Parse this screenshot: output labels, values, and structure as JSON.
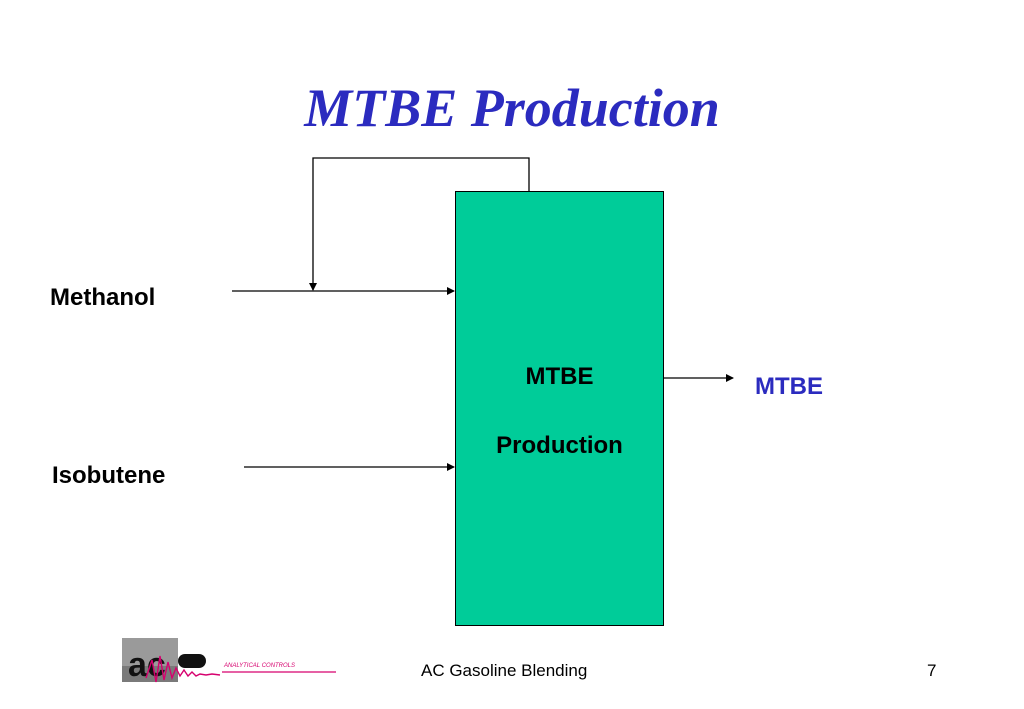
{
  "slide": {
    "title": "MTBE Production"
  },
  "diagram": {
    "inputs": [
      "Methanol",
      "Isobutene"
    ],
    "process_lines": [
      "MTBE",
      "Production"
    ],
    "output": "MTBE",
    "colors": {
      "process_fill": "#00cc99",
      "title": "#2b2bbf",
      "output_label": "#2b2bbf"
    }
  },
  "footer": {
    "center_text": "AC Gasoline Blending",
    "page_number": "7",
    "logo_text": "ANALYTICAL CONTROLS"
  }
}
